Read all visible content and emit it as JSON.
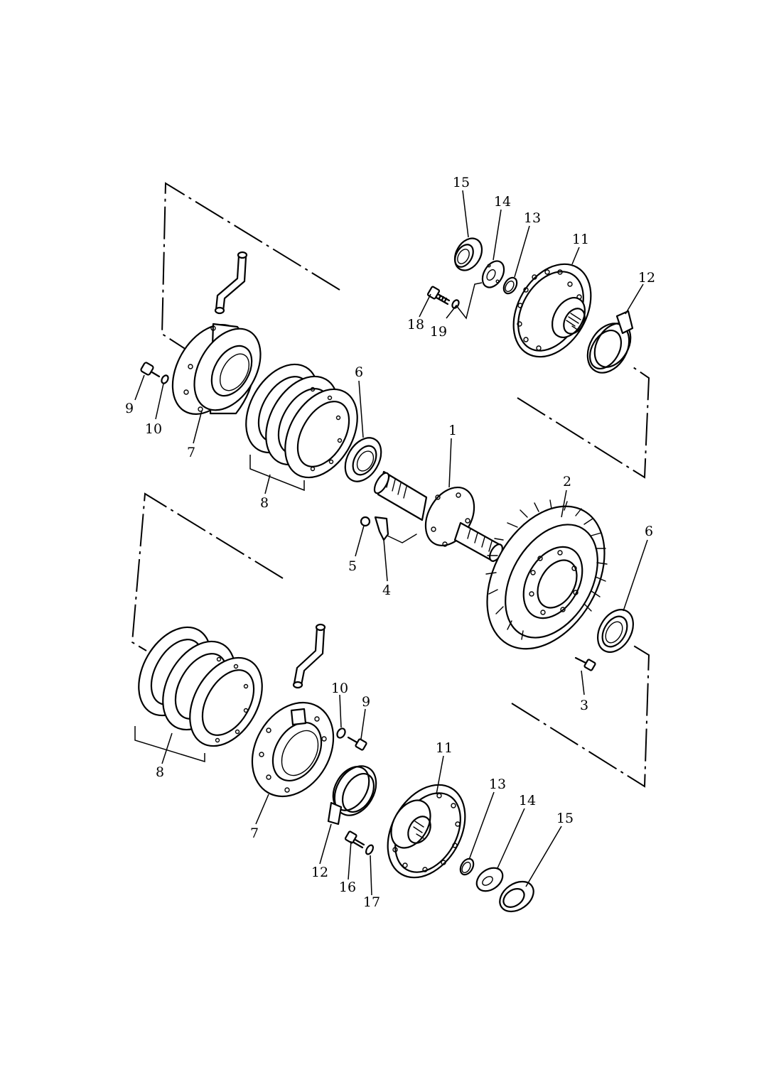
{
  "labels": {
    "top_15": "15",
    "top_14": "14",
    "top_13": "13",
    "top_11": "11",
    "top_12": "12",
    "top_18": "18",
    "top_19": "19",
    "left_9": "9",
    "left_10": "10",
    "left_7": "7",
    "left_8": "8",
    "mid_6": "6",
    "mid_1": "1",
    "mid_2": "2",
    "mid_6b": "6",
    "mid_5": "5",
    "mid_4": "4",
    "mid_3": "3",
    "bot_10": "10",
    "bot_9": "9",
    "bot_11": "11",
    "bot_8": "8",
    "bot_7": "7",
    "bot_13": "13",
    "bot_14": "14",
    "bot_15": "15",
    "bot_12": "12",
    "bot_16": "16",
    "bot_17": "17"
  }
}
